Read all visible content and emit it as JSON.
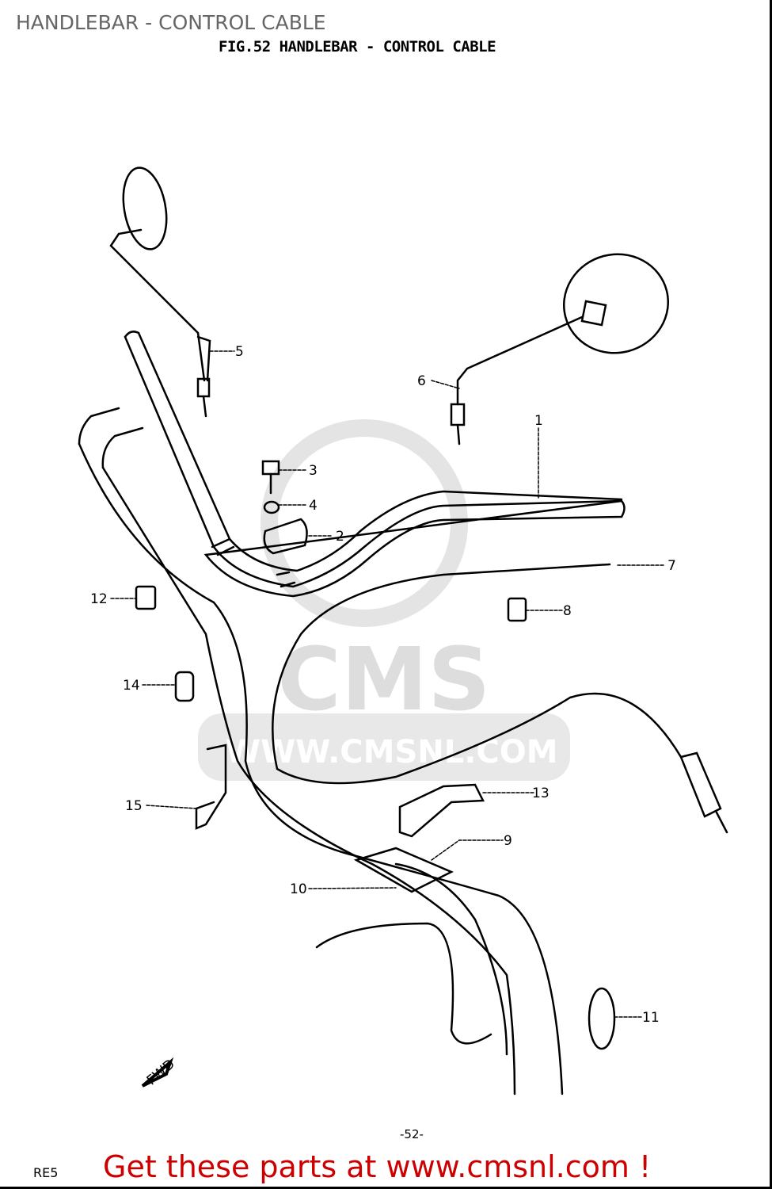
{
  "overlay_title": "HANDLEBAR - CONTROL CABLE",
  "figure_title": "FIG.52  HANDLEBAR - CONTROL CABLE",
  "watermark": {
    "logo": "CMS",
    "url": "WWW.CMSNL.COM"
  },
  "callouts": [
    "1",
    "2",
    "3",
    "4",
    "5",
    "6",
    "7",
    "8",
    "9",
    "10",
    "11",
    "12",
    "13",
    "14",
    "15"
  ],
  "direction_marker": "FWD",
  "ref_code": "RE5",
  "page_number": "-52-",
  "promo_link": "Get these parts at www.cmsnl.com !",
  "colors": {
    "promo": "#cc0000",
    "overlay_title": "#666666"
  }
}
